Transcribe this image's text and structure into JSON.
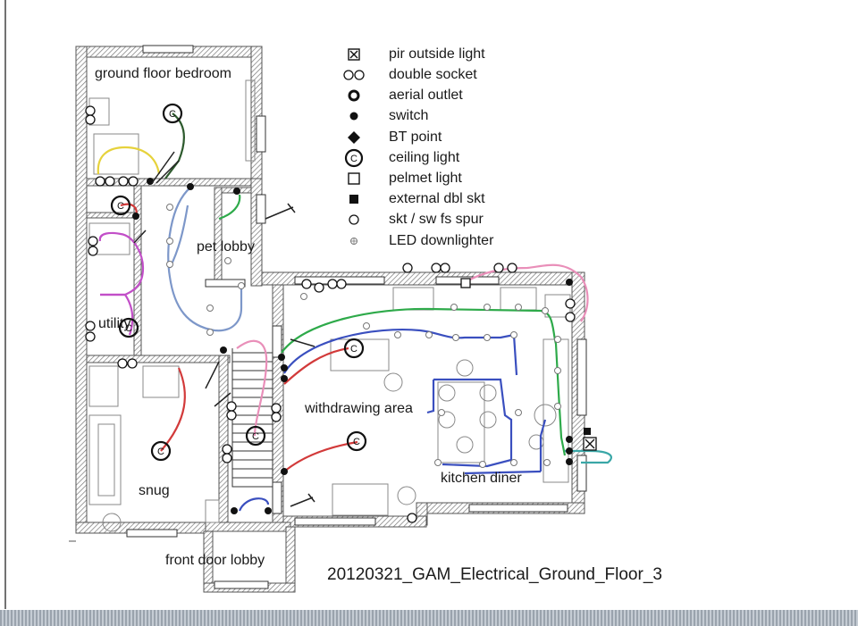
{
  "drawing": {
    "title": "20120321_GAM_Electrical_Ground_Floor_3"
  },
  "rooms": {
    "ground_floor_bedroom": "ground floor bedroom",
    "pet_lobby": "pet lobby",
    "utility": "utility",
    "withdrawing_area": "withdrawing area",
    "kitchen_diner": "kitchen diner",
    "snug": "snug",
    "front_door_lobby": "front door lobby"
  },
  "legend": [
    {
      "symbol": "pir-outside-light-icon",
      "label": "pir outside light"
    },
    {
      "symbol": "double-socket-icon",
      "label": "double socket"
    },
    {
      "symbol": "aerial-outlet-icon",
      "label": "aerial outlet"
    },
    {
      "symbol": "switch-icon",
      "label": "switch"
    },
    {
      "symbol": "bt-point-icon",
      "label": "BT point"
    },
    {
      "symbol": "ceiling-light-icon",
      "label": "ceiling light"
    },
    {
      "symbol": "pelmet-light-icon",
      "label": "pelmet light"
    },
    {
      "symbol": "external-dbl-skt-icon",
      "label": "external dbl skt"
    },
    {
      "symbol": "skt-sw-fs-spur-icon",
      "label": "skt / sw fs spur"
    },
    {
      "symbol": "led-downlighter-icon",
      "label": "LED downlighter"
    }
  ],
  "wire_colors": {
    "green": "#2eaa4a",
    "blue": "#3a4fbf",
    "light_blue": "#7d97c9",
    "red": "#d23a3a",
    "magenta": "#c24fc8",
    "pink": "#e98fb9",
    "yellow": "#e6d23c",
    "teal": "#3aa7a7",
    "dark_green": "#2d5a2d",
    "wall": "#555555"
  }
}
